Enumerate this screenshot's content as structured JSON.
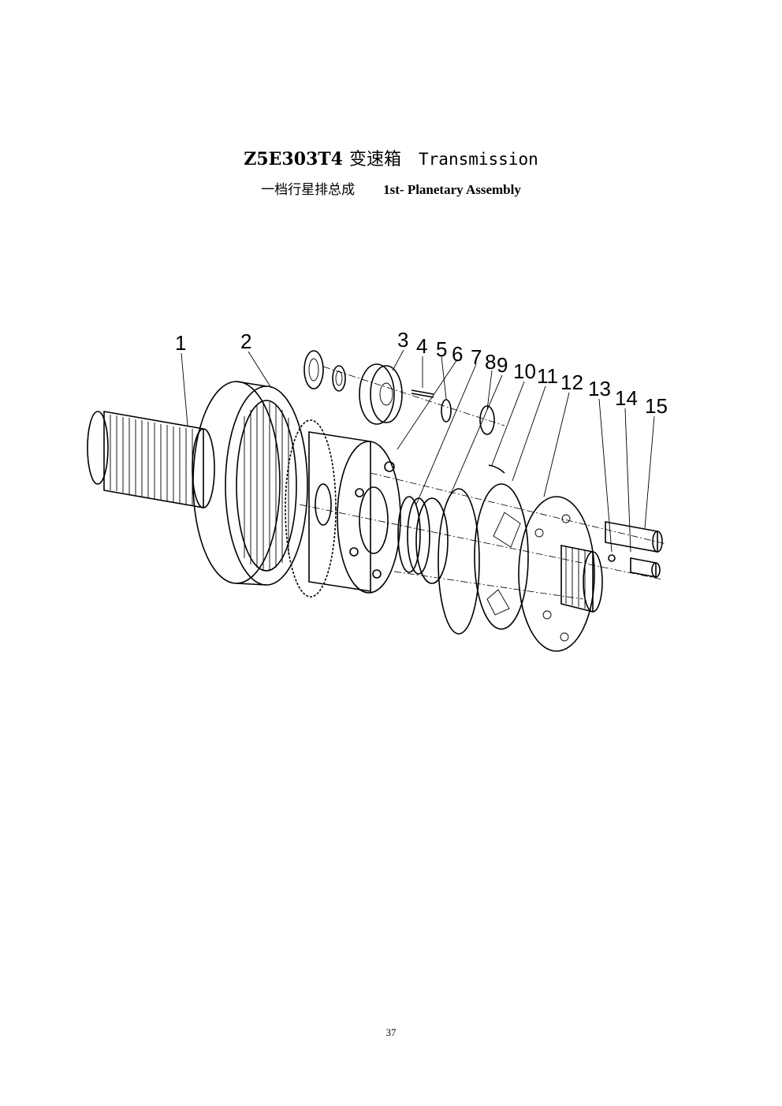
{
  "header": {
    "model": "Z5E303T4",
    "title_cn": "变速箱",
    "title_en": "Transmission",
    "subtitle_cn": "一档行星排总成",
    "subtitle_en": "1st- Planetary Assembly"
  },
  "callouts": [
    "1",
    "2",
    "3",
    "4",
    "5",
    "6",
    "7",
    "8",
    "9",
    "10",
    "11",
    "12",
    "13",
    "14",
    "15"
  ],
  "page_number": "37"
}
